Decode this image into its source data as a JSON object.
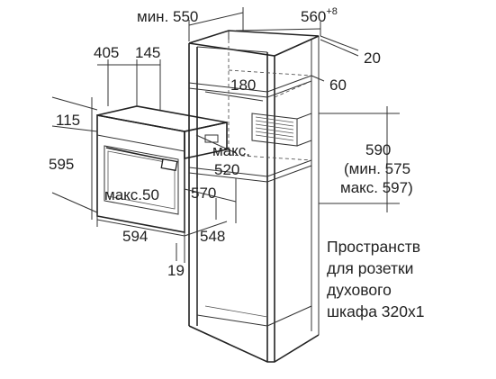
{
  "dimensions": {
    "min_550": "мин. 550",
    "d560": "560",
    "d560_sup": "+8",
    "d20": "20",
    "d60": "60",
    "d405": "405",
    "d145": "145",
    "d180": "180",
    "d115": "115",
    "d595": "595",
    "max_520_a": "макс.",
    "max_520_b": "520",
    "d590": "590",
    "min_575": "(мин. 575",
    "max_597": "макс. 597)",
    "max_50": "макс.50",
    "d570": "570",
    "d594": "594",
    "d548": "548",
    "d19": "19"
  },
  "note": {
    "lines": [
      "Пространств",
      "для розетки",
      "духового",
      "шкафа 320x1"
    ]
  }
}
